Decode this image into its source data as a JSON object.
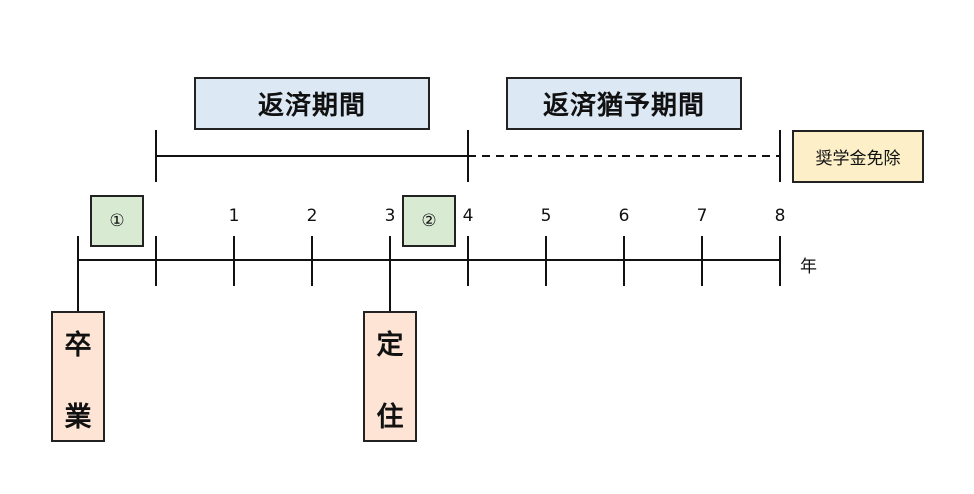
{
  "periods": {
    "repayment": "返済期間",
    "deferral": "返済猶予期間"
  },
  "exemption": "奨学金免除",
  "markers": {
    "first": "①",
    "second": "②"
  },
  "axis": {
    "ticks": [
      "1",
      "2",
      "3",
      "4",
      "5",
      "6",
      "7",
      "8"
    ],
    "unit": "年"
  },
  "events": {
    "graduation": [
      "卒",
      "業"
    ],
    "settlement": [
      "定",
      "住"
    ]
  }
}
